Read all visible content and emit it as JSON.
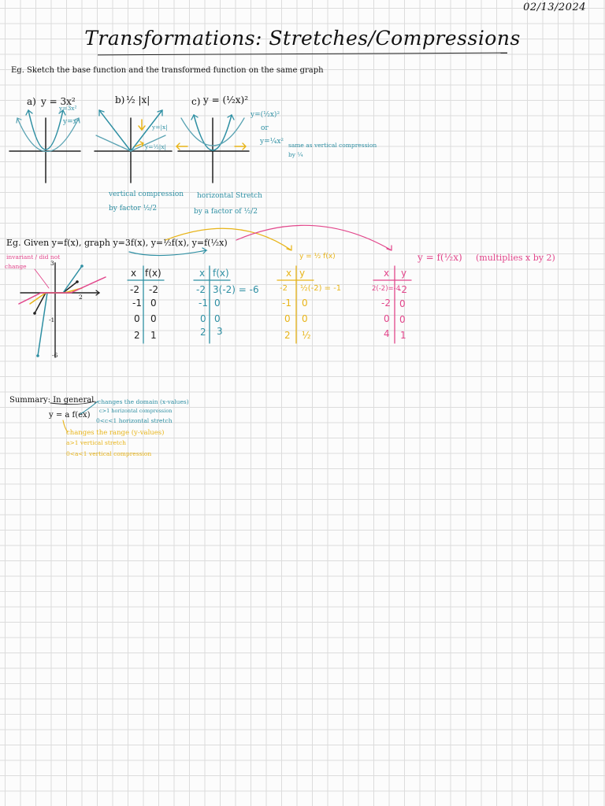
{
  "header": {
    "date": "02/13/2024",
    "title": "Transformations: Stretches/Compressions"
  },
  "example1": {
    "prompt": "Eg. Sketch the base function and the transformed function on the same graph",
    "parts": [
      {
        "label": "a)",
        "expr": "y = 3x²",
        "curve_labels": [
          "y=3x²",
          "y=x²"
        ]
      },
      {
        "label": "b)",
        "expr": "½ |x|",
        "curve_labels": [
          "y=|x|",
          "y=½|x|"
        ]
      },
      {
        "label": "c)",
        "expr": "y = (½x)²",
        "curve_labels": [
          "y=(½x)²",
          "or",
          "y=¼x²",
          "same as vertical compression",
          "by ¼"
        ]
      }
    ],
    "notes": {
      "b": [
        "vertical compression",
        "by factor ½/2"
      ],
      "c": [
        "horizontal Stretch",
        "by a factor of ½/2"
      ]
    }
  },
  "example2": {
    "prompt": "Eg. Given y=f(x), graph y=3f(x), y=½f(x), y=f(½x)",
    "invariant_note": [
      "invariant / did not",
      "change"
    ],
    "graph_ticks": [
      "3",
      "2",
      "-1",
      "-6"
    ],
    "pink_label": "y = f(½x)",
    "pink_note": "(multiplies x by 2)",
    "tables": [
      {
        "color": "dark",
        "header": [
          "x",
          "f(x)"
        ],
        "rows": [
          [
            "-2",
            "-2"
          ],
          [
            "-1",
            "0"
          ],
          [
            "0",
            "0"
          ],
          [
            "2",
            "1"
          ]
        ]
      },
      {
        "color": "teal",
        "header": [
          "x",
          "f(x)"
        ],
        "rows": [
          [
            "-2",
            "3(-2) = -6"
          ],
          [
            "-1",
            "0"
          ],
          [
            "0",
            "0"
          ],
          [
            "2",
            "3"
          ]
        ]
      },
      {
        "color": "yellow",
        "title": "y = ½ f(x)",
        "header": [
          "x",
          "y"
        ],
        "rows": [
          [
            "-2",
            "½(-2) = -1"
          ],
          [
            "-1",
            "0"
          ],
          [
            "0",
            "0"
          ],
          [
            "2",
            "½"
          ]
        ]
      },
      {
        "color": "pink",
        "header": [
          "x",
          "y"
        ],
        "rows": [
          [
            "2(-2)=-4",
            "-2"
          ],
          [
            "-2",
            "0"
          ],
          [
            "0",
            "0"
          ],
          [
            "4",
            "1"
          ]
        ]
      }
    ]
  },
  "summary": {
    "heading": "Summary: In general,",
    "formula": "y = a f(ex)",
    "teal_notes": [
      "changes the domain (x-values)",
      "c>1 horizontal compression",
      "0<c<1 horizontal stretch"
    ],
    "yellow_notes": [
      "changes the range (y-values)",
      "a>1 vertical stretch",
      "0<a<1 vertical compression"
    ]
  }
}
